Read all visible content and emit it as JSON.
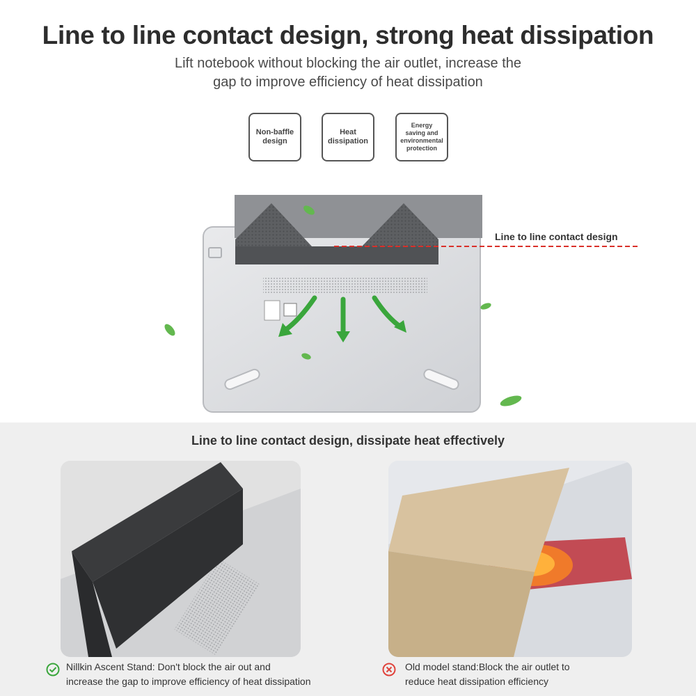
{
  "header": {
    "title": "Line to line contact design, strong heat dissipation",
    "subtitle_line1": "Lift notebook without blocking the air outlet, increase the",
    "subtitle_line2": "gap to improve efficiency of heat dissipation"
  },
  "features": [
    {
      "label_line1": "Non-baffle",
      "label_line2": "design"
    },
    {
      "label_line1": "Heat",
      "label_line2": "dissipation"
    },
    {
      "label_line1": "Energy",
      "label_line2": "saving and",
      "label_line3": "environmental",
      "label_line4": "protection"
    }
  ],
  "illustration": {
    "callout": "Line to line contact design",
    "accent_red": "#d9302a",
    "arrow_green": "#3aa63c"
  },
  "comparison": {
    "heading": "Line to line contact design, dissipate heat effectively",
    "good_caption_line1": "Nillkin Ascent Stand: Don't block the air out and",
    "good_caption_line2": "increase the gap to improve efficiency of heat dissipation",
    "bad_caption_line1": "Old model stand:Block the air outlet to",
    "bad_caption_line2": "reduce heat dissipation efficiency",
    "good_icon": "check-circle-icon",
    "bad_icon": "x-circle-icon",
    "good_color": "#3aa63c",
    "bad_color": "#e0433c"
  }
}
